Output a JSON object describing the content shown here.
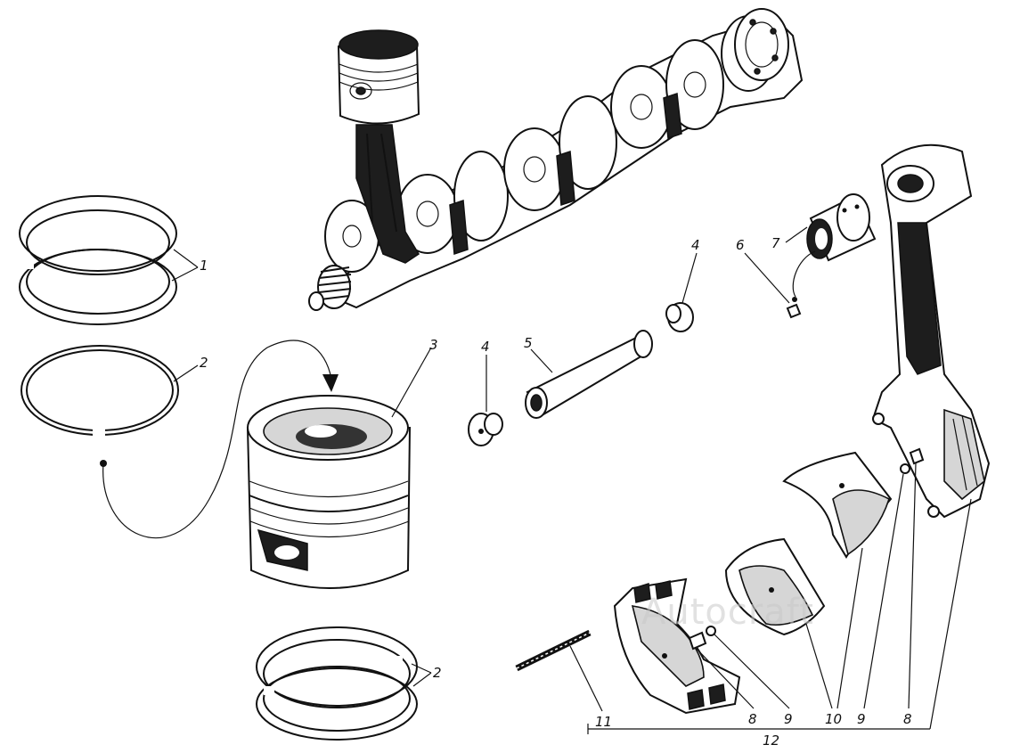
{
  "watermark": "Autoсraft",
  "labels": {
    "rings_compression_upper": "1",
    "ring_lower_left": "2",
    "rings_lower_pair": "2",
    "piston": "3",
    "retainer_left": "4",
    "retainer_right": "4",
    "piston_pin": "5",
    "bushing_plug": "6",
    "bushing": "7",
    "cap_dowel_left": "8",
    "dowel_right": "8",
    "insert_left": "9",
    "insert_right": "9",
    "bearing_shells": "10",
    "bolt": "11",
    "connecting_rod_assembly": "12"
  }
}
